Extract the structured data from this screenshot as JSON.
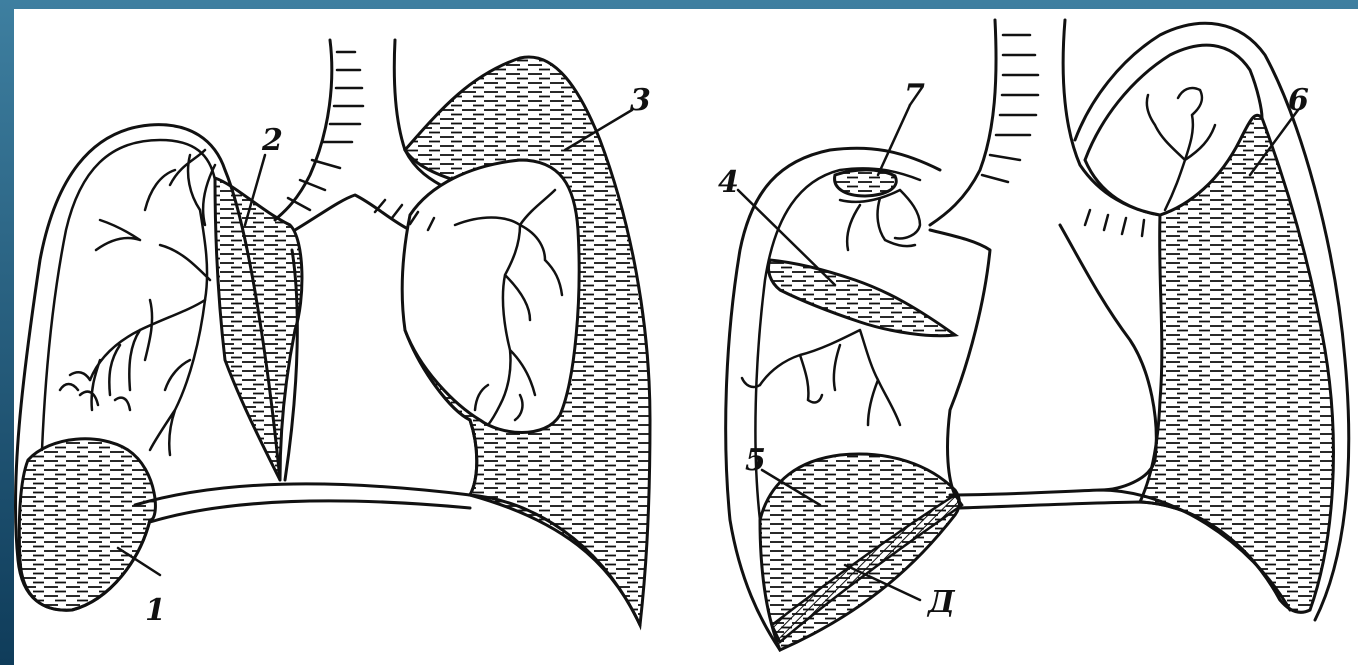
{
  "colors": {
    "slide_bg_top": "#3e7fa0",
    "slide_bg_bottom": "#0f3c5a",
    "panel": "#ffffff",
    "ink": "#111111"
  },
  "figure": {
    "left_diagram": {
      "labels": [
        "1",
        "2",
        "3"
      ]
    },
    "right_diagram": {
      "labels": [
        "4",
        "5",
        "6",
        "7",
        "Д"
      ]
    }
  }
}
